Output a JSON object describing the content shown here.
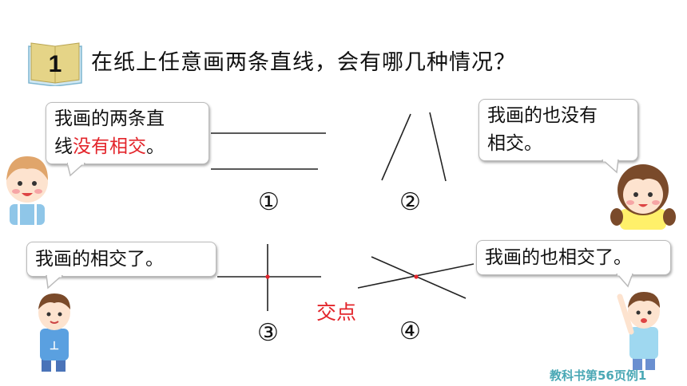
{
  "example": {
    "number": "1",
    "question": "在纸上任意画两条直线，会有哪几种情况？"
  },
  "bubbles": {
    "top_left": {
      "line1": "我画的两条直",
      "line2_start": "线",
      "line2_highlight": "没有相交",
      "line2_end": "。"
    },
    "top_right": {
      "line1": "我画的也没有",
      "line2": "相交。"
    },
    "bottom_left": {
      "text": "我画的相交了。"
    },
    "bottom_right": {
      "text": "我画的也相交了。"
    }
  },
  "figures": {
    "labels": [
      "①",
      "②",
      "③",
      "④"
    ],
    "intersection_label": "交点"
  },
  "footer": {
    "reference": "教科书第56页例1"
  },
  "colors": {
    "highlight": "#e3252b",
    "footer": "#4aa8b5",
    "badge": "#e5d487"
  }
}
